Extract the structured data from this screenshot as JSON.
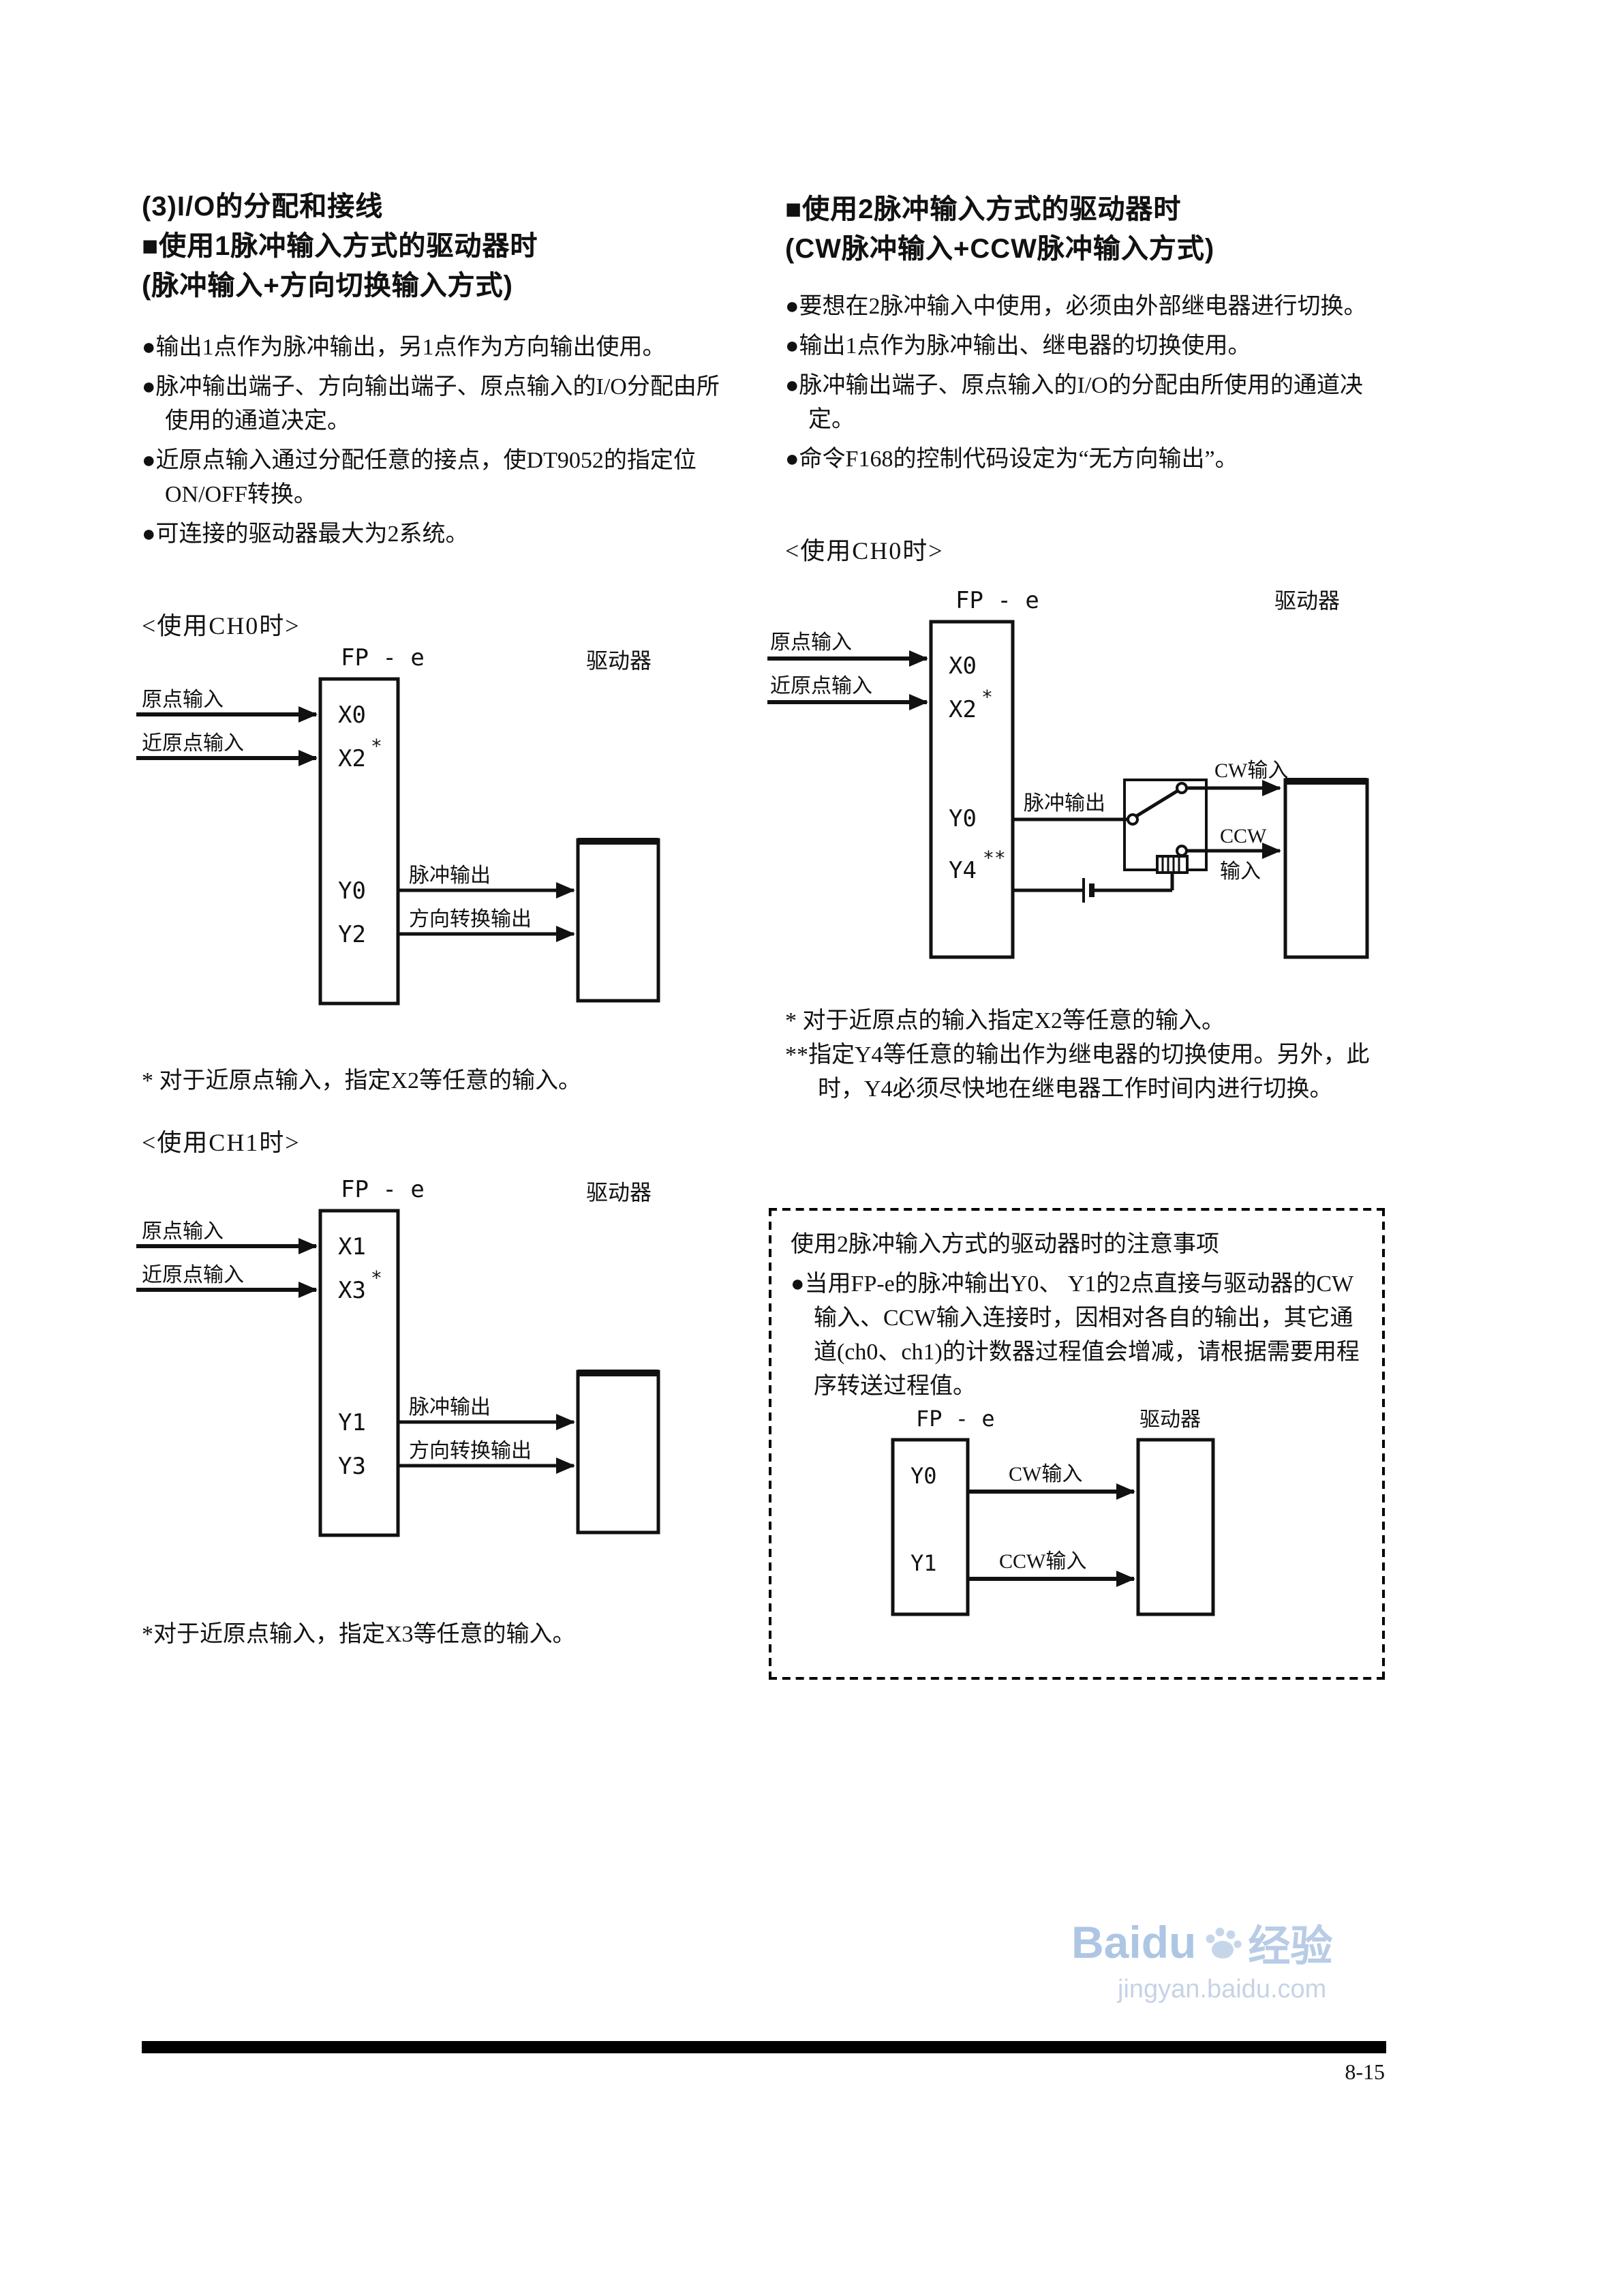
{
  "meta": {
    "page_number": "8-15"
  },
  "watermark": {
    "brand": "Baidu",
    "brand_cn": "经验",
    "url": "jingyan.baidu.com"
  },
  "left_column": {
    "heading_line1": "(3)I/O的分配和接线",
    "heading_line2": "■使用1脉冲输入方式的驱动器时",
    "heading_line3": "(脉冲输入+方向切换输入方式)",
    "bullets": [
      "●输出1点作为脉冲输出，另1点作为方向输出使用。",
      "●脉冲输出端子、方向输出端子、原点输入的I/O分配由所使用的通道决定。",
      "●近原点输入通过分配任意的接点，使DT9052的指定位ON/OFF转换。",
      "●可连接的驱动器最大为2系统。"
    ],
    "ch0_heading": "<使用CH0时>",
    "ch0_note": "* 对于近原点输入，指定X2等任意的输入。",
    "ch1_heading": "<使用CH1时>",
    "ch1_note": "*对于近原点输入，指定X3等任意的输入。"
  },
  "right_column": {
    "heading_line1": "■使用2脉冲输入方式的驱动器时",
    "heading_line2": "(CW脉冲输入+CCW脉冲输入方式)",
    "bullets": [
      "●要想在2脉冲输入中使用，必须由外部继电器进行切换。",
      "●输出1点作为脉冲输出、继电器的切换使用。",
      "●脉冲输出端子、原点输入的I/O的分配由所使用的通道决定。",
      "●命令F168的控制代码设定为“无方向输出”。"
    ],
    "ch0_heading": "<使用CH0时>",
    "note1": "* 对于近原点的输入指定X2等任意的输入。",
    "note2": "**指定Y4等任意的输出作为继电器的切换使用。另外，此时，Y4必须尽快地在继电器工作时间内进行切换。"
  },
  "diagram_ch0_left": {
    "fp_label": "FP - e",
    "driver_label": "驱动器",
    "input1_label": "原点输入",
    "input1_terminal": "X0",
    "input2_label": "近原点输入",
    "input2_terminal": "X2",
    "input2_mark": "*",
    "output1_label": "脉冲输出",
    "output1_terminal": "Y0",
    "output2_label": "方向转换输出",
    "output2_terminal": "Y2"
  },
  "diagram_ch1_left": {
    "fp_label": "FP - e",
    "driver_label": "驱动器",
    "input1_label": "原点输入",
    "input1_terminal": "X1",
    "input2_label": "近原点输入",
    "input2_terminal": "X3",
    "input2_mark": "*",
    "output1_label": "脉冲输出",
    "output1_terminal": "Y1",
    "output2_label": "方向转换输出",
    "output2_terminal": "Y3"
  },
  "diagram_ch0_right": {
    "fp_label": "FP - e",
    "driver_label": "驱动器",
    "input1_label": "原点输入",
    "input1_terminal": "X0",
    "input2_label": "近原点输入",
    "input2_terminal": "X2",
    "input2_mark": "*",
    "pulse_label": "脉冲输出",
    "pulse_terminal": "Y0",
    "relay_terminal": "Y4",
    "relay_mark": "**",
    "cw_label": "CW输入",
    "ccw_label_line1": "CCW",
    "ccw_label_line2": "输入"
  },
  "caution_box": {
    "title": "使用2脉冲输入方式的驱动器时的注意事项",
    "bullet": "●当用FP-e的脉冲输出Y0、 Y1的2点直接与驱动器的CW输入、CCW输入连接时，因相对各自的输出，其它通道(ch0、ch1)的计数器过程值会增减，请根据需要用程序转送过程值。",
    "diagram": {
      "fp_label": "FP - e",
      "driver_label": "驱动器",
      "terminal1": "Y0",
      "terminal2": "Y1",
      "cw_label": "CW输入",
      "ccw_label": "CCW输入"
    }
  }
}
